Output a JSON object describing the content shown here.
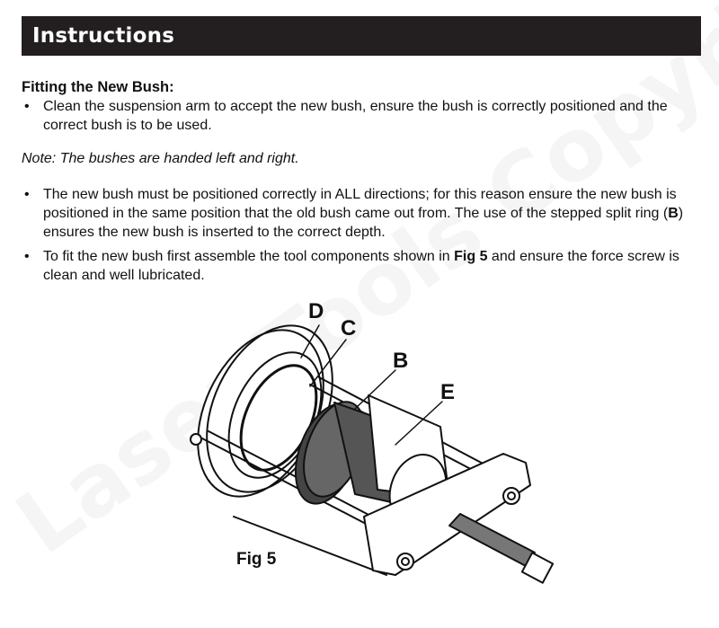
{
  "header": {
    "title": "Instructions"
  },
  "section": {
    "title": "Fitting the New Bush:",
    "bullets_1": [
      "Clean the suspension arm to accept the new bush, ensure the bush is correctly positioned and the correct bush is to be used."
    ],
    "note": "Note: The bushes are handed left and right.",
    "bullet_2": {
      "before": "The new bush must be positioned correctly in ALL directions; for this reason ensure the new bush is positioned in the same position that the old bush came out from. The use of the stepped split ring (",
      "bold": "B",
      "after": ") ensures the new bush is inserted to the correct depth."
    },
    "bullet_3": {
      "before": "To fit the new bush first assemble the tool components shown in ",
      "bold": "Fig 5",
      "after": " and ensure the force screw is clean and well lubricated."
    }
  },
  "figure": {
    "label": "Fig 5",
    "callouts": {
      "D": "D",
      "C": "C",
      "B": "B",
      "E": "E"
    }
  },
  "watermark": {
    "text": "Laser Tools Copyright"
  }
}
